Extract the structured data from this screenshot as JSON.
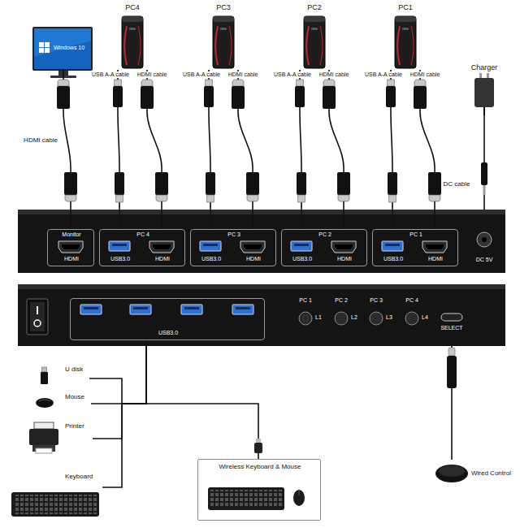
{
  "diagram": {
    "nodes": [
      {
        "text": [
          "Windows 10"
        ]
      },
      {
        "text": [
          "PC4"
        ]
      },
      {
        "text": [
          "PC3"
        ]
      },
      {
        "text": [
          "PC2"
        ]
      },
      {
        "text": [
          "PC1"
        ]
      },
      {
        "text": [
          "Charger"
        ]
      },
      {
        "text": [
          "DC 5V"
        ]
      },
      {
        "text": [
          "Monitor",
          "HDMI"
        ],
        "in": 6
      },
      {
        "text": [
          "PC 4",
          "USB3.0",
          "HDMI"
        ],
        "in": 6
      },
      {
        "text": [
          "PC 3",
          "USB3.0",
          "HDMI"
        ],
        "in": 6
      },
      {
        "text": [
          "PC 2",
          "USB3.0",
          "HDMI"
        ],
        "in": 6
      },
      {
        "text": [
          "PC 1",
          "USB3.0",
          "HDMI"
        ],
        "in": 6
      },
      {
        "text": [
          "SELECT"
        ]
      },
      {
        "text": [
          "USB3.0"
        ],
        "in": 12
      },
      {
        "text": [
          "U disk"
        ]
      },
      {
        "text": [
          "Mouse"
        ]
      },
      {
        "text": [
          "Printer"
        ]
      },
      {
        "text": [
          "Keyboard"
        ]
      },
      {
        "text": [
          "Wireless Keyboard & Mouse"
        ]
      },
      {
        "text": [
          "Wired Control"
        ]
      }
    ],
    "edges": [
      {
        "from": 0,
        "to": 7,
        "label": "HDMI cable",
        "arrow": "none"
      },
      {
        "from": 1,
        "to": 8,
        "label": "USB A-A cable",
        "arrow": "none"
      },
      {
        "from": 1,
        "to": 8,
        "label": "HDMI cable",
        "arrow": "none"
      },
      {
        "from": 2,
        "to": 9,
        "label": "USB A-A cable",
        "arrow": "none"
      },
      {
        "from": 2,
        "to": 9,
        "label": "HDMI cable",
        "arrow": "none"
      },
      {
        "from": 3,
        "to": 10,
        "label": "USB A-A cable",
        "arrow": "none"
      },
      {
        "from": 3,
        "to": 10,
        "label": "HDMI cable",
        "arrow": "none"
      },
      {
        "from": 4,
        "to": 11,
        "label": "USB A-A cable",
        "arrow": "none"
      },
      {
        "from": 4,
        "to": 11,
        "label": "HDMI cable",
        "arrow": "none"
      },
      {
        "from": 5,
        "to": 6,
        "label": "DC cable",
        "arrow": "none"
      },
      {
        "from": 14,
        "to": 13,
        "arrow": "none"
      },
      {
        "from": 15,
        "to": 13,
        "arrow": "none"
      },
      {
        "from": 16,
        "to": 13,
        "arrow": "none"
      },
      {
        "from": 17,
        "to": 13,
        "arrow": "none"
      },
      {
        "from": 18,
        "to": 13,
        "arrow": "none"
      },
      {
        "from": 19,
        "to": 12,
        "arrow": "none"
      }
    ],
    "labels": [
      "PC 1",
      "L1",
      "PC 2",
      "L2",
      "PC 3",
      "L3",
      "PC 4",
      "L4"
    ]
  }
}
